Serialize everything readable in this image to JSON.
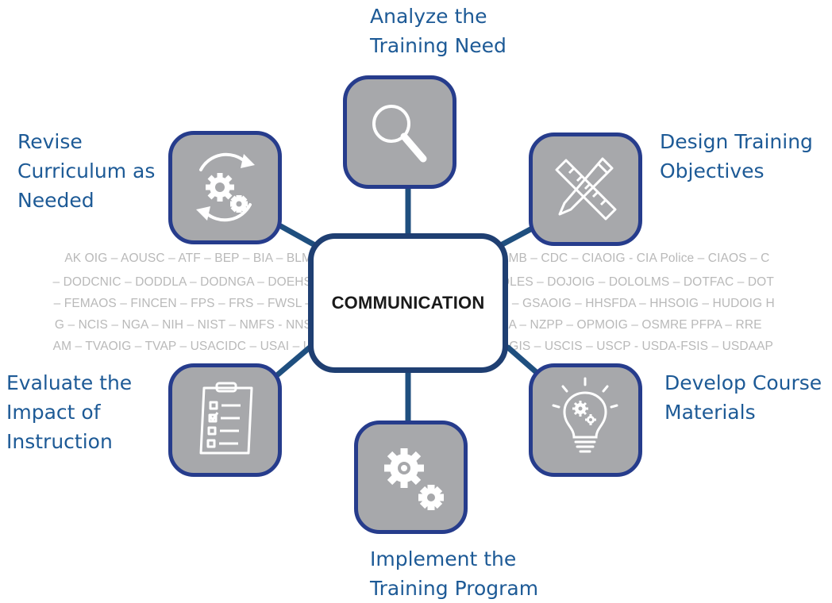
{
  "center": {
    "title": "COMMUNICATION"
  },
  "steps": {
    "analyze": {
      "label": "Analyze the\nTraining Need",
      "icon": "magnifier-icon"
    },
    "design": {
      "label": "Design Training\nObjectives",
      "icon": "ruler-pencil-icon"
    },
    "develop": {
      "label": "Develop Course\nMaterials",
      "icon": "lightbulb-gears-icon"
    },
    "implement": {
      "label": "Implement the\nTraining Program",
      "icon": "gears-icon"
    },
    "evaluate": {
      "label": "Evaluate the\nImpact of\nInstruction",
      "icon": "clipboard-checklist-icon"
    },
    "revise": {
      "label": "Revise\nCurriculum as\nNeeded",
      "icon": "gears-cycle-icon"
    }
  },
  "background_agencies": {
    "left": [
      "AK OIG – AOUSC – ATF – BEP – BIA – BLM",
      "– DODCNIC – DODDLA – DODNGA – DOEHS",
      "– FEMAOS – FINCEN – FPS – FRS – FWSL –",
      "G – NCIS – NGA – NIH – NIST – NMFS - NNS",
      "AM – TVAOIG – TVAP – USACIDC – USAI – U"
    ],
    "right": [
      "AMB – CDC – CIAOIG - CIA Police – CIAOS – C",
      "OLES – DOJOIG – DOLOLMS – DOTFAC – DOT",
      "S – GSAOIG – HHSFDA – HHSOIG – HUDOIG H",
      "SA – NZPP – OPMOIG – OSMRE  PFPA – RRE",
      "CGIS – USCIS – USCP - USDA-FSIS – USDAAP"
    ]
  },
  "colors": {
    "node_border": "#263c8c",
    "node_fill": "#a7a8ab",
    "connector": "#1f4f7f",
    "label_text": "#1d5a96",
    "background_text": "#b9b9b9",
    "center_text": "#1a1a1a"
  }
}
